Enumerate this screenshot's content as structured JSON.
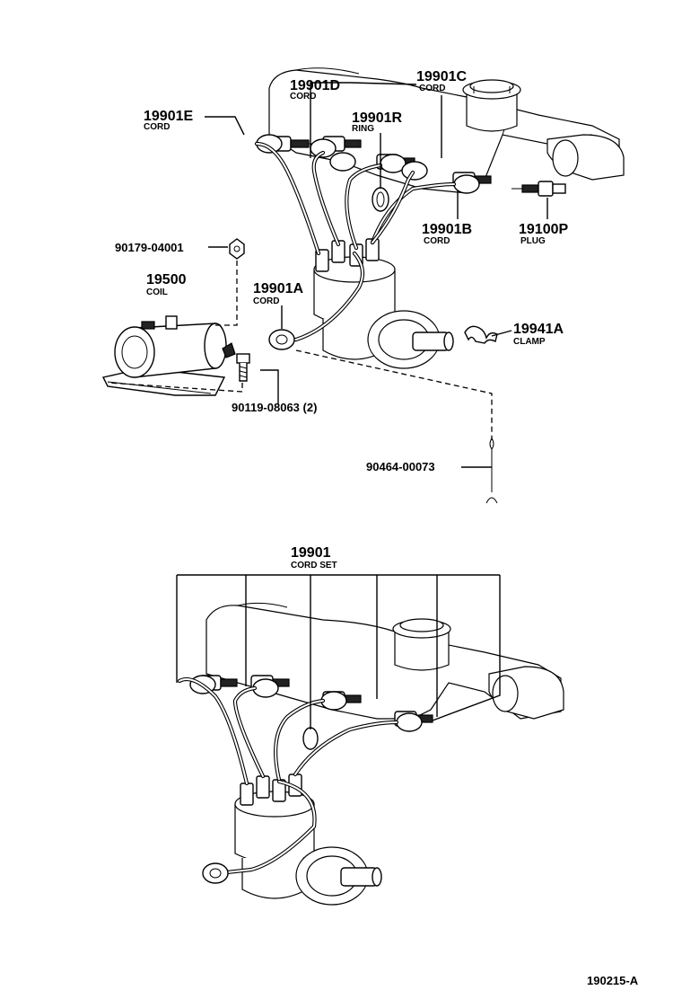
{
  "parts": {
    "cord_e": {
      "number": "19901E",
      "name": "CORD"
    },
    "cord_d": {
      "number": "19901D",
      "name": "CORD"
    },
    "cord_c": {
      "number": "19901C",
      "name": "CORD"
    },
    "ring": {
      "number": "19901R",
      "name": "RING"
    },
    "cord_b": {
      "number": "19901B",
      "name": "CORD"
    },
    "plug": {
      "number": "19100P",
      "name": "PLUG"
    },
    "bolt": {
      "number": "90179-04001"
    },
    "coil": {
      "number": "19500",
      "name": "COIL"
    },
    "cord_a": {
      "number": "19901A",
      "name": "CORD"
    },
    "clamp": {
      "number": "19941A",
      "name": "CLAMP"
    },
    "screw": {
      "number": "90119-08063 (2)"
    },
    "clip": {
      "number": "90464-00073"
    },
    "cord_set": {
      "number": "19901",
      "name": "CORD SET"
    }
  },
  "figure_id": "190215-A"
}
